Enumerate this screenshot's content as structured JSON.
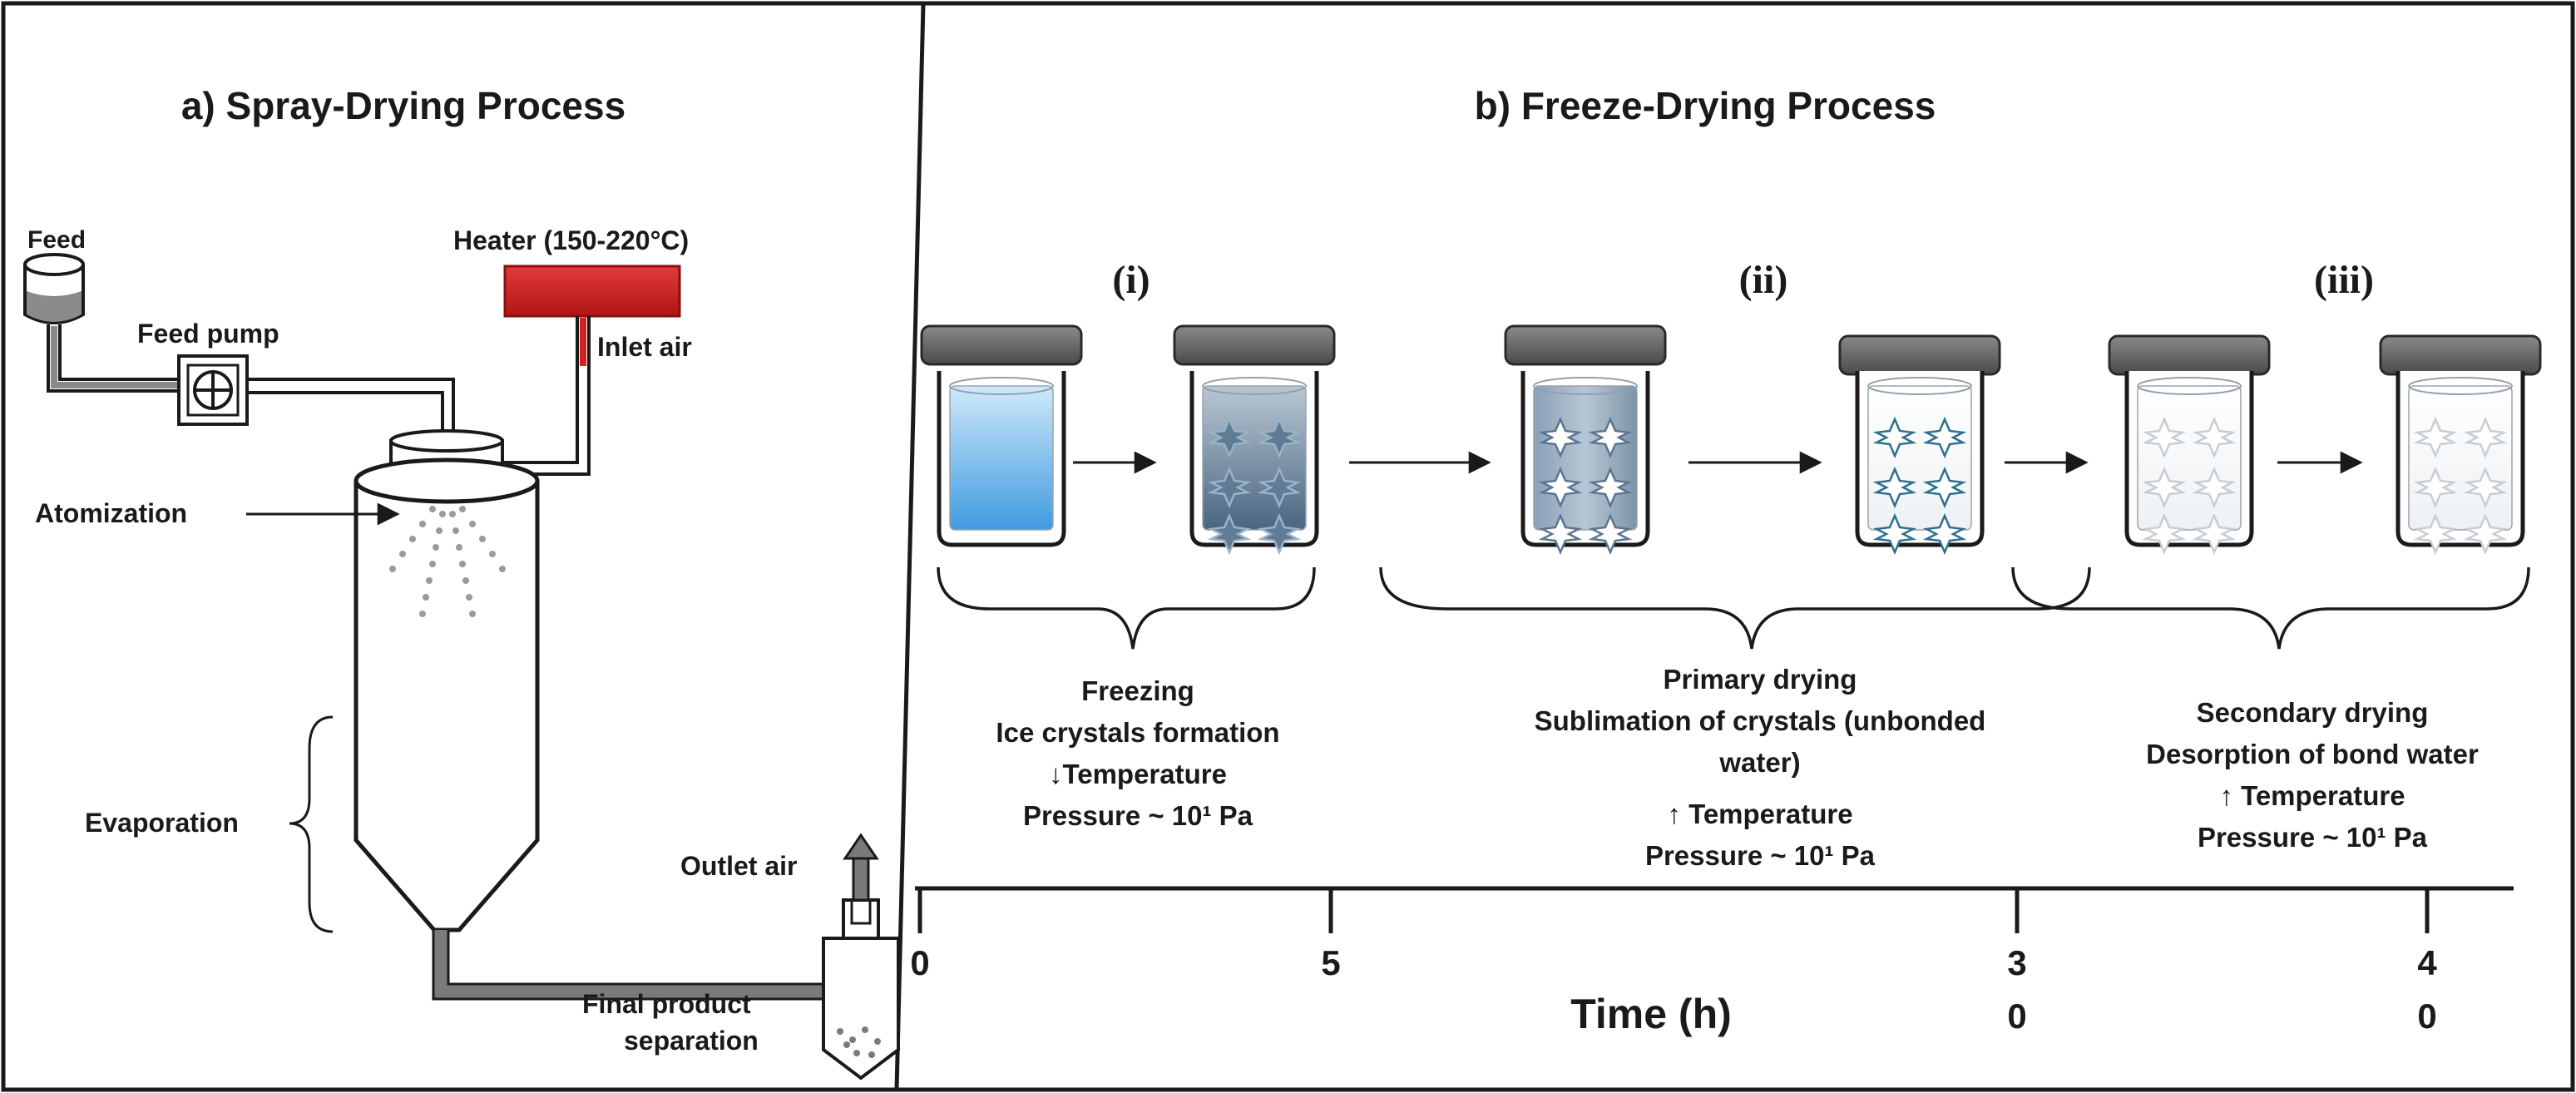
{
  "panel_a": {
    "title": "a) Spray-Drying Process",
    "labels": {
      "feed": "Feed",
      "feed_pump": "Feed pump",
      "heater": "Heater (150-220°C)",
      "inlet_air": "Inlet air",
      "atomization": "Atomization",
      "evaporation": "Evaporation",
      "outlet_air": "Outlet air",
      "final_product_line1": "Final product",
      "final_product_line2": "separation"
    },
    "colors": {
      "heater": "#d42020",
      "feed_liquid": "#8a8a8a",
      "pipe": "#7a7a7a"
    }
  },
  "panel_b": {
    "title": "b) Freeze-Drying Process",
    "stages": [
      {
        "numeral": "(i)",
        "lines": [
          "Freezing",
          "Ice crystals formation",
          "↓Temperature",
          "Pressure ~ 10¹ Pa"
        ]
      },
      {
        "numeral": "(ii)",
        "lines": [
          "Primary drying",
          "Sublimation of crystals (unbonded",
          "water)",
          "↑ Temperature",
          "Pressure ~ 10¹ Pa"
        ]
      },
      {
        "numeral": "(iii)",
        "lines": [
          "Secondary drying",
          "Desorption of bond water",
          "↑ Temperature",
          "Pressure ~ 10¹ Pa"
        ]
      }
    ],
    "timeline": {
      "axis_title": "Time (h)",
      "ticks": [
        {
          "value": 0,
          "label_lines": [
            "0"
          ]
        },
        {
          "value": 5,
          "label_lines": [
            "5"
          ]
        },
        {
          "value": 30,
          "label_lines": [
            "3",
            "0"
          ]
        },
        {
          "value": 40,
          "label_lines": [
            "4",
            "0"
          ]
        }
      ]
    },
    "colors": {
      "liquid": "#5aaee6",
      "frozen": "#4f6e89",
      "lid": "#666666",
      "crystal": "#2d6f8f"
    }
  }
}
